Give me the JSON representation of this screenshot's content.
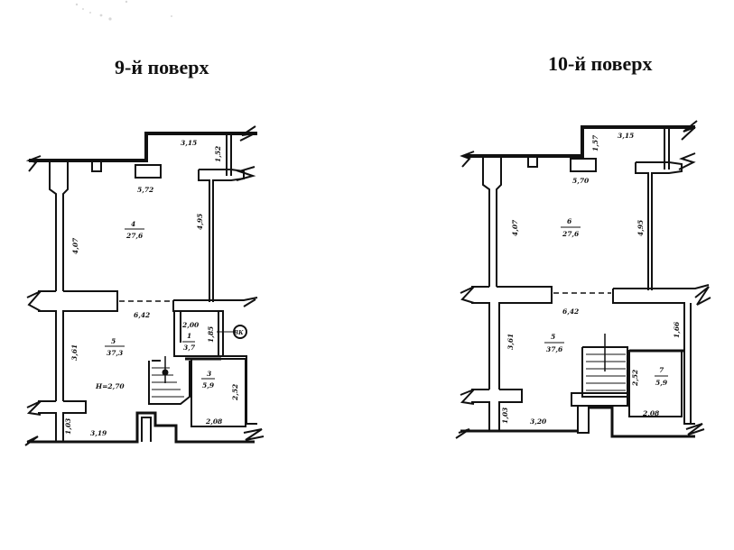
{
  "floors": [
    {
      "title": "9-й поверх",
      "rooms": [
        {
          "number": "4",
          "area": "27,6"
        },
        {
          "number": "5",
          "area": "37,3"
        },
        {
          "number": "1",
          "area": "3,7"
        },
        {
          "number": "3",
          "area": "5,9"
        }
      ],
      "dimensions": {
        "top_right_width": "3,15",
        "top_right_side": "1,52",
        "inner_top": "5,72",
        "left_upper": "4,07",
        "right_upper": "4,95",
        "middle_width": "6,42",
        "wc_width": "2,00",
        "wc_side": "1,85",
        "left_lower": "3,61",
        "bottom_left_short": "1,03",
        "bottom_width": "3,19",
        "storage_side": "2,52",
        "storage_width": "2,08",
        "ceiling_height": "H=2,70",
        "riser_mark": "ВК"
      }
    },
    {
      "title": "10-й поверх",
      "rooms": [
        {
          "number": "6",
          "area": "27,6"
        },
        {
          "number": "5",
          "area": "37,6"
        },
        {
          "number": "7",
          "area": "5,9"
        }
      ],
      "dimensions": {
        "top_right_width": "3,15",
        "top_right_side": "1,57",
        "inner_top": "5,70",
        "left_upper": "4,07",
        "right_upper": "4,95",
        "middle_width": "6,42",
        "right_lower": "1,66",
        "left_lower": "3,61",
        "bottom_left_short": "1,03",
        "bottom_width": "3,20",
        "storage_side": "2,52",
        "storage_width": "2,08"
      }
    }
  ]
}
